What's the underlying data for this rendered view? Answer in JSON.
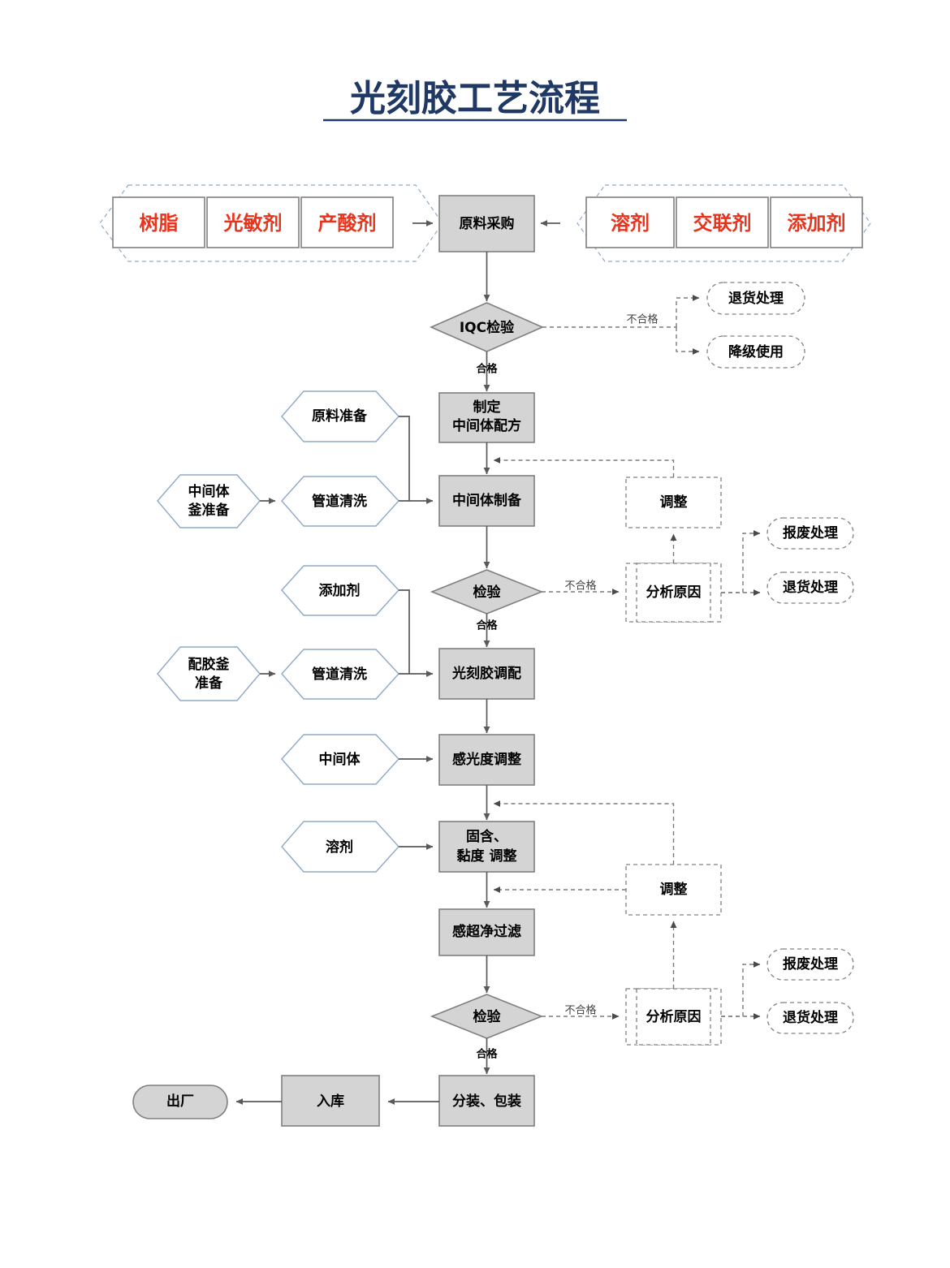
{
  "title": "光刻胶工艺流程",
  "colors": {
    "title": "#203864",
    "process_fill": "#d4d4d4",
    "process_stroke": "#7f7f7f",
    "material_text": "#e8341c",
    "hex_stroke": "#8ea9c8",
    "line": "#595959"
  },
  "material_groups": {
    "left": {
      "items": [
        "树脂",
        "光敏剂",
        "产酸剂"
      ]
    },
    "right": {
      "items": [
        "溶剂",
        "交联剂",
        "添加剂"
      ]
    }
  },
  "nodes": {
    "purchase": "原料采购",
    "iqc": "IQC检验",
    "return_1": "退货处理",
    "downgrade_1": "降级使用",
    "formula": "制定\n中间体配方",
    "formula_l1": "制定",
    "formula_l2": "中间体配方",
    "prep_material": "原料准备",
    "kettle_mid": "中间体\n釜准备",
    "kettle_mid_l1": "中间体",
    "kettle_mid_l2": "釜准备",
    "pipe_clean_1": "管道清洗",
    "intermediate": "中间体制备",
    "inspect_1": "检验",
    "adjust_1": "调整",
    "analyze_1": "分析原因",
    "scrap_1": "报废处理",
    "return_2": "退货处理",
    "additive_hex": "添加剂",
    "kettle_glue": "配胶釜\n准备",
    "kettle_glue_l1": "配胶釜",
    "kettle_glue_l2": "准备",
    "pipe_clean_2": "管道清洗",
    "blend": "光刻胶调配",
    "intermediate_hex": "中间体",
    "sensitivity": "感光度调整",
    "solvent_hex": "溶剂",
    "solid_visc": "固含、\n黏度 调整",
    "solid_visc_l1": "固含、",
    "solid_visc_l2": "黏度 调整",
    "filter": "感超净过滤",
    "adjust_2": "调整",
    "inspect_2": "检验",
    "analyze_2": "分析原因",
    "scrap_2": "报废处理",
    "return_3": "退货处理",
    "package": "分装、包装",
    "warehouse": "入库",
    "shipout": "出厂"
  },
  "edge_labels": {
    "fail_1": "不合格",
    "pass_1": "合格",
    "fail_2": "不合格",
    "pass_2": "合格",
    "fail_3": "不合格",
    "pass_3": "合格"
  },
  "chart_data": {
    "type": "diagram",
    "diagram_kind": "process-flowchart",
    "title": "光刻胶工艺流程",
    "steps": [
      "原料采购",
      "IQC检验",
      "制定中间体配方",
      "中间体制备",
      "检验",
      "光刻胶调配",
      "感光度调整",
      "固含、黏度 调整",
      "感超净过滤",
      "检验",
      "分装、包装",
      "入库",
      "出厂"
    ],
    "inputs_left": [
      "树脂",
      "光敏剂",
      "产酸剂"
    ],
    "inputs_right": [
      "溶剂",
      "交联剂",
      "添加剂"
    ],
    "exception_paths": [
      "退货处理",
      "降级使用",
      "报废处理",
      "调整",
      "分析原因"
    ]
  }
}
